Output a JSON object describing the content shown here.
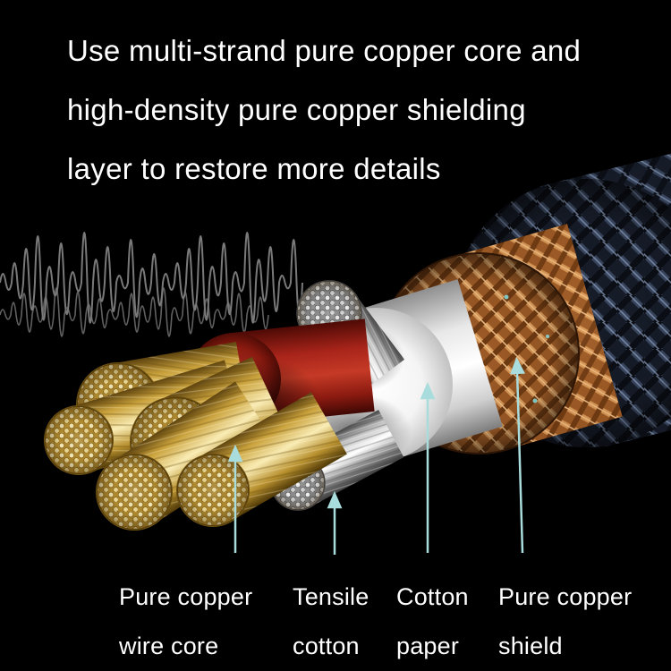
{
  "headline": {
    "lines": [
      "Use multi-strand pure copper core and",
      "high-density pure copper shielding",
      "layer to restore more details"
    ]
  },
  "callouts": [
    {
      "lines": [
        "Pure copper",
        "wire core"
      ]
    },
    {
      "lines": [
        "Tensile",
        "cotton"
      ]
    },
    {
      "lines": [
        "Cotton",
        "paper"
      ]
    },
    {
      "lines": [
        "Pure copper",
        "shield"
      ]
    }
  ],
  "colors": {
    "background": "#000000",
    "text": "#ffffff",
    "callout_arrow": "#a9dcdc",
    "copper_core_gold": "#d9b04a",
    "copper_shield_braid": "#b5703a",
    "inner_sleeve_red": "#a8241a",
    "cotton_paper_white": "#f0f0f0",
    "tensile_cotton_silver": "#c0c0c0",
    "outer_jacket": "#232a38",
    "waveform_gray": "#8f8f8f"
  }
}
